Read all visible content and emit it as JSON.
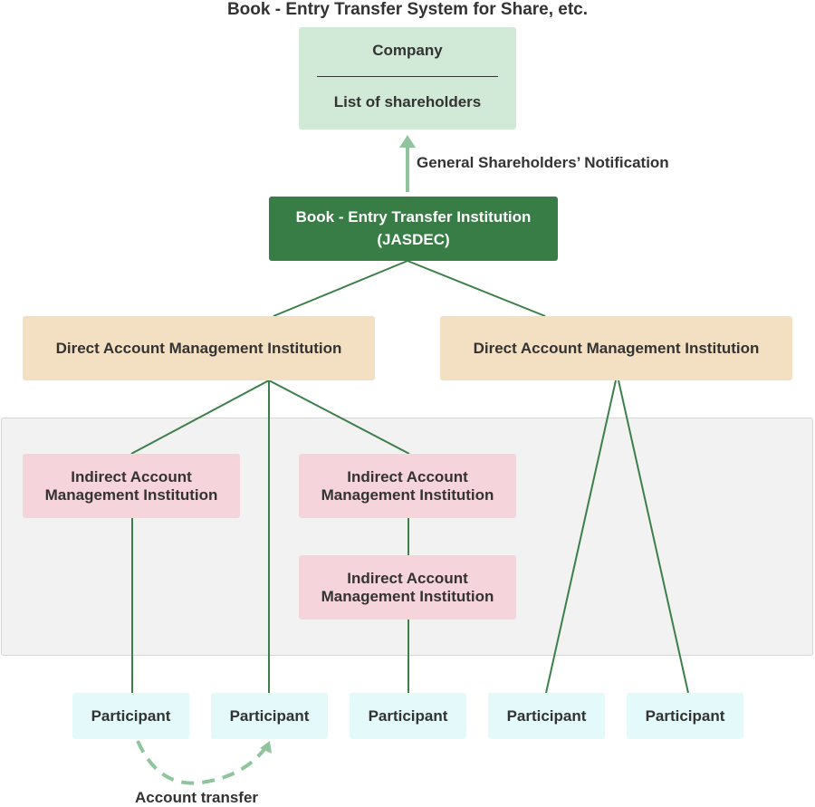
{
  "title": "Book - Entry Transfer System for Share, etc.",
  "company": {
    "name": "Company",
    "list": "List of shareholders"
  },
  "notification_label": "General Shareholders’ Notification",
  "jasdec": {
    "line1": "Book - Entry Transfer Institution",
    "line2": "(JASDEC)"
  },
  "direct_institutions": [
    "Direct Account Management Institution",
    "Direct Account Management Institution"
  ],
  "indirect_institutions": [
    {
      "line1": "Indirect Account",
      "line2": "Management Institution"
    },
    {
      "line1": "Indirect Account",
      "line2": "Management Institution"
    },
    {
      "line1": "Indirect Account",
      "line2": "Management Institution"
    }
  ],
  "participants": [
    "Participant",
    "Participant",
    "Participant",
    "Participant",
    "Participant"
  ],
  "account_transfer_label": "Account transfer",
  "colors": {
    "company_fill": "#d1e9d7",
    "jasdec_fill": "#377d45",
    "direct_fill": "#f3e0c2",
    "indirect_fill": "#f5d4db",
    "participant_fill": "#e3f9fa",
    "connector": "#3d7f4a",
    "arrow": "#8fc49c"
  }
}
